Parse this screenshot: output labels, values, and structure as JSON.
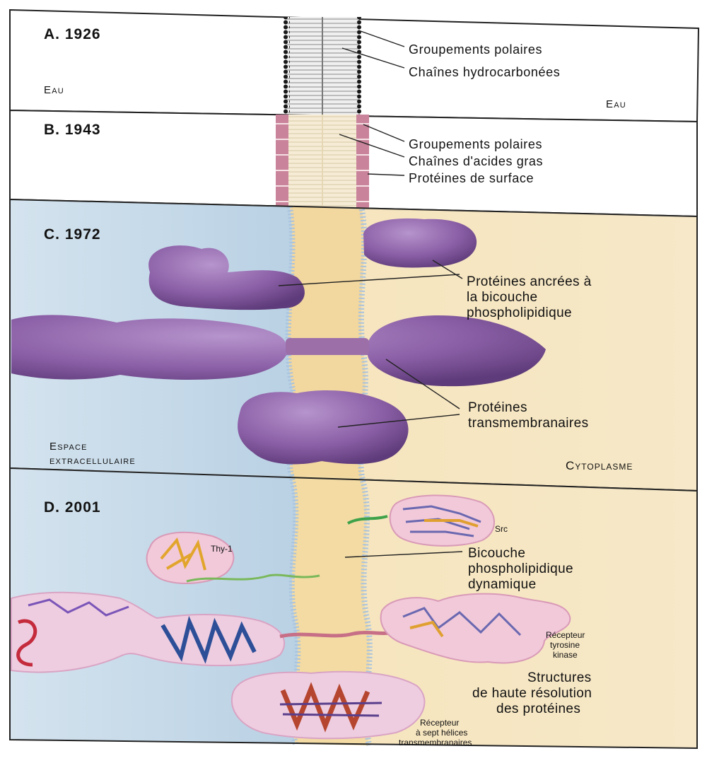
{
  "panels": {
    "a": {
      "title": "A. 1926",
      "water_left": "Eau",
      "water_right": "Eau",
      "labels": [
        "Groupements polaires",
        "Chaînes hydrocarbonées"
      ]
    },
    "b": {
      "title": "B. 1943",
      "labels": [
        "Groupements polaires",
        "Chaînes d'acides gras",
        "Protéines de surface"
      ]
    },
    "c": {
      "title": "C. 1972",
      "anchored_lines": [
        "Protéines ancrées à",
        "la bicouche",
        "phospholipidique"
      ],
      "transmembrane_lines": [
        "Protéines",
        "transmembranaires"
      ],
      "extracellular_lines": [
        "Espace",
        "extracellulaire"
      ],
      "cytoplasm": "Cytoplasme"
    },
    "d": {
      "title": "D. 2001",
      "src": "Src",
      "thy1": "Thy-1",
      "bilayer_lines": [
        "Bicouche",
        "phospholipidique",
        "dynamique"
      ],
      "rtk_lines": [
        "Récepteur",
        "tyrosine",
        "kinase"
      ],
      "structures_lines": [
        "Structures",
        "de haute résolution",
        "des protéines"
      ],
      "gpcr_lines": [
        "Récepteur",
        "à sept hélices",
        "transmembranaires"
      ]
    }
  },
  "colors": {
    "extracellular": "#c9dcea",
    "cytoplasm": "#f8e6bc",
    "bilayer_core": "#f3dba6",
    "protein": "#8a5fa8",
    "surface_protein": "#c87f92",
    "border": "#2b2b2b"
  }
}
